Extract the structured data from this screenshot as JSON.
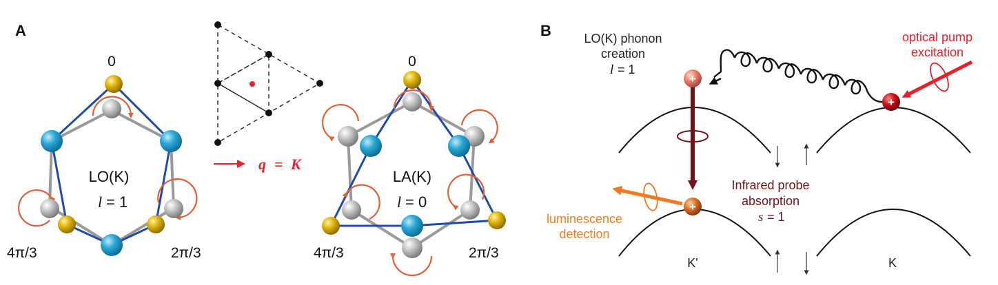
{
  "panel_a": {
    "label": "A",
    "left_mode": {
      "name": "LO(K)",
      "l_symbol": "l",
      "l_value": "= 1",
      "phase_top": "0",
      "phase_left": "4π/3",
      "phase_right": "2π/3"
    },
    "right_mode": {
      "name": "LA(K)",
      "l_symbol": "l",
      "l_value": "= 0",
      "phase_top": "0",
      "phase_left": "4π/3",
      "phase_right": "2π/3"
    },
    "wavevector": {
      "q": "q",
      "equals": "=",
      "K": "K"
    }
  },
  "panel_b": {
    "label": "B",
    "phonon_creation": {
      "line1": "LO(K) phonon",
      "line2": "creation",
      "l_symbol": "l",
      "l_value": "= 1"
    },
    "pump": {
      "line1": "optical pump",
      "line2": "excitation"
    },
    "probe": {
      "line1": "Infrared probe",
      "line2": "absorption",
      "s_symbol": "s",
      "s_value": "= 1"
    },
    "luminescence": {
      "line1": "luminescence",
      "line2": "detection"
    },
    "valley_left": "K'",
    "valley_right": "K",
    "hole_symbol": "+"
  },
  "colors": {
    "blue_atom": "#2aa7d6",
    "yellow_atom": "#e0b40a",
    "gray_atom": "#b8b8b8",
    "bond_blue": "#1f4aa8",
    "bond_gray": "#9a9a9a",
    "rotation": "#e0603a",
    "red": "#e8202a",
    "maroon": "#6e1419",
    "orange": "#f07a22"
  }
}
